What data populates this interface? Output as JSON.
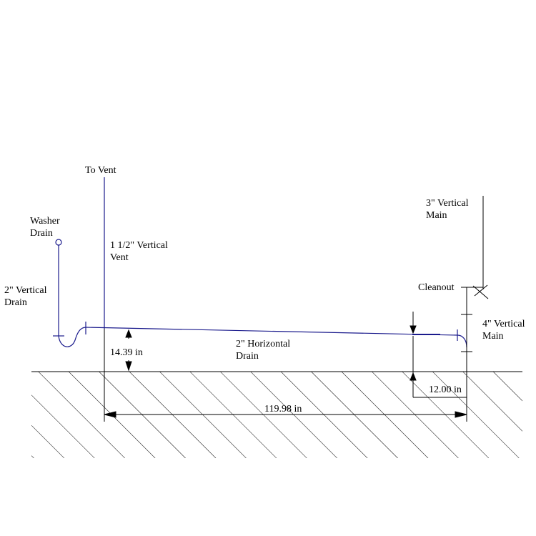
{
  "diagram": {
    "labels": {
      "to_vent": "To Vent",
      "washer_drain_1": "Washer",
      "washer_drain_2": "Drain",
      "vertical_drain_1": "2\" Vertical",
      "vertical_drain_2": "Drain",
      "vertical_vent_1": "1 1/2\" Vertical",
      "vertical_vent_2": "Vent",
      "horizontal_drain_1": "2\" Horizontal",
      "horizontal_drain_2": "Drain",
      "vertical_main_3_1": "3\" Vertical",
      "vertical_main_3_2": "Main",
      "cleanout": "Cleanout",
      "vertical_main_4_1": "4\" Vertical",
      "vertical_main_4_2": "Main"
    },
    "dimensions": {
      "height_above_floor": "14.39 in",
      "horizontal_length": "119.98 in",
      "main_offset": "12.00 in"
    },
    "colors": {
      "pipe": "#1a1a8c",
      "line": "#000000"
    }
  }
}
